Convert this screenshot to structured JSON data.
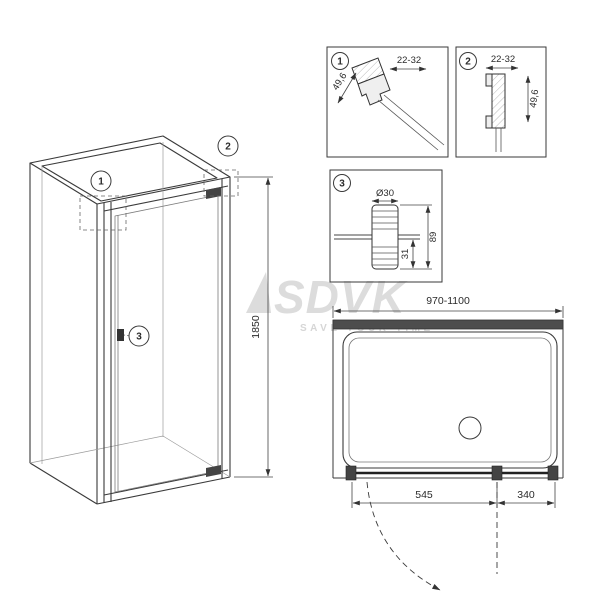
{
  "watermark": {
    "brand": "SDVK",
    "tagline": "SAVE YOUR TIME"
  },
  "main_view": {
    "callout_1": "1",
    "callout_2": "2",
    "callout_3": "3",
    "dim_height": "1850"
  },
  "detail_1": {
    "label": "1",
    "dim_depth": "49,6",
    "dim_range": "22-32"
  },
  "detail_2": {
    "label": "2",
    "dim_range": "22-32",
    "dim_depth": "49,6"
  },
  "detail_3": {
    "label": "3",
    "dim_diameter": "Ø30",
    "dim_length": "89",
    "dim_offset": "31"
  },
  "plan_view": {
    "dim_width_range": "970-1100",
    "dim_door": "545",
    "dim_fixed": "340"
  }
}
